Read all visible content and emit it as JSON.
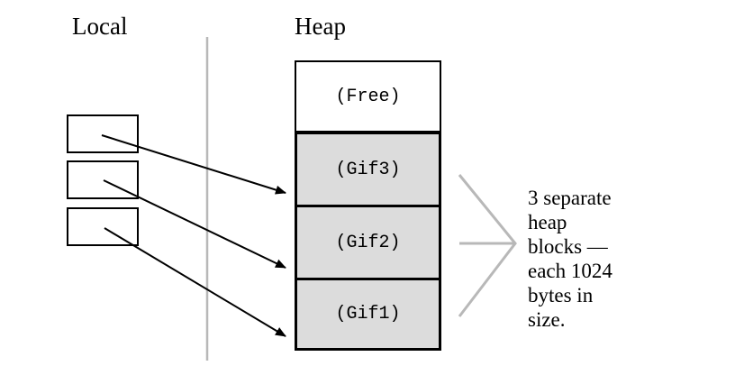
{
  "headings": {
    "local": "Local",
    "heap": "Heap"
  },
  "heap_blocks": [
    {
      "label": "(Free)",
      "state": "free"
    },
    {
      "label": "(Gif3)",
      "state": "allocated"
    },
    {
      "label": "(Gif2)",
      "state": "allocated"
    },
    {
      "label": "(Gif1)",
      "state": "allocated"
    }
  ],
  "pointers": [
    {
      "from": "local-slot-1",
      "to": "(Gif3)"
    },
    {
      "from": "local-slot-2",
      "to": "(Gif2)"
    },
    {
      "from": "local-slot-3",
      "to": "(Gif1)"
    }
  ],
  "annotation": {
    "lines": [
      "3 separate",
      "heap",
      "blocks —",
      "each 1024",
      "bytes in",
      "size."
    ]
  },
  "colors": {
    "allocated_fill": "#dcdcdc",
    "free_fill": "#ffffff",
    "divider": "#b8b8b8",
    "brace": "#b8b8b8",
    "ink": "#000000"
  }
}
